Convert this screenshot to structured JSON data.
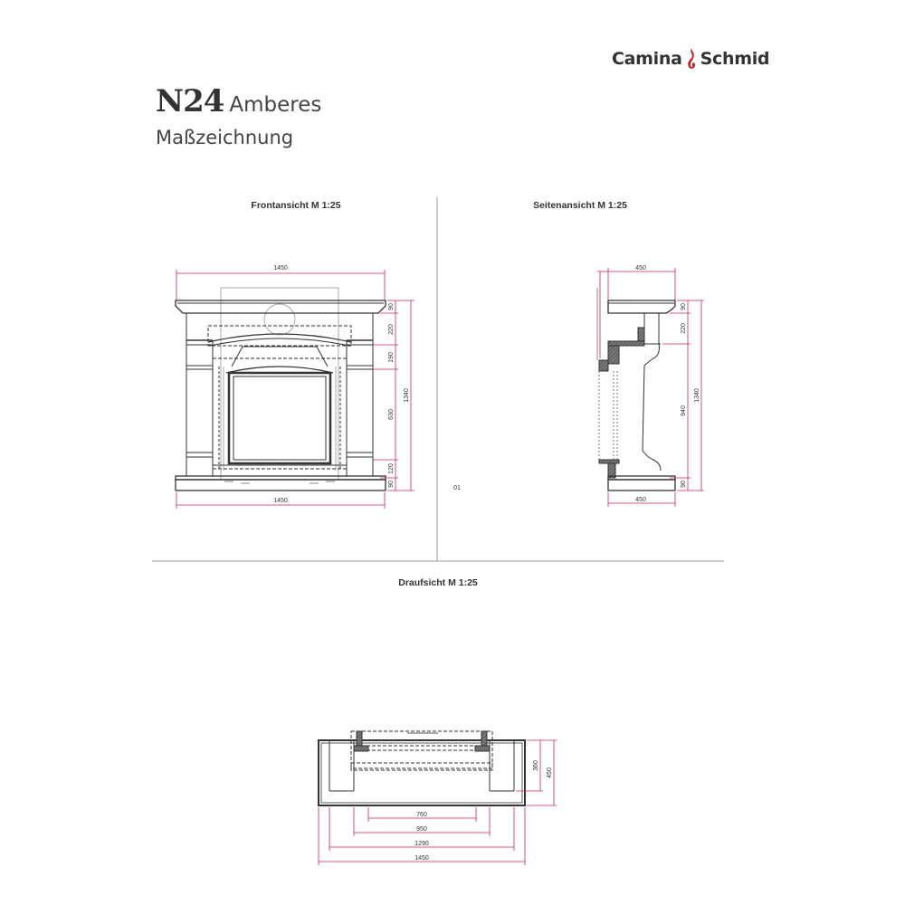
{
  "brand": {
    "left": "Camina",
    "right": "Schmid",
    "flame_color": "#c0272d",
    "icon": "flame-icon"
  },
  "header": {
    "model_code": "N24",
    "model_name": "Amberes",
    "subtitle": "Maßzeichnung"
  },
  "colors": {
    "dimension": "#c8285a",
    "line": "#333333",
    "divider": "#999999"
  },
  "views": {
    "front": {
      "label": "Frontansicht M 1:25",
      "dims": {
        "top_width": "1450",
        "bottom_width": "1450",
        "h1": "90",
        "h2": "220",
        "h3": "190",
        "h4": "630",
        "h5": "120",
        "h6": "90",
        "total_height": "1340"
      }
    },
    "side": {
      "label": "Seitenansicht M 1:25",
      "dims": {
        "top_depth": "450",
        "bottom_depth": "450",
        "h1": "90",
        "h2": "220",
        "h3": "940",
        "h4": "90",
        "total_height": "1340"
      },
      "stray_mark": "01"
    },
    "top": {
      "label": "Draufsicht M 1:25",
      "dims": {
        "inner_depth": "360",
        "total_depth": "450",
        "w1": "760",
        "w2": "950",
        "w3": "1290",
        "w4": "1450"
      }
    }
  }
}
